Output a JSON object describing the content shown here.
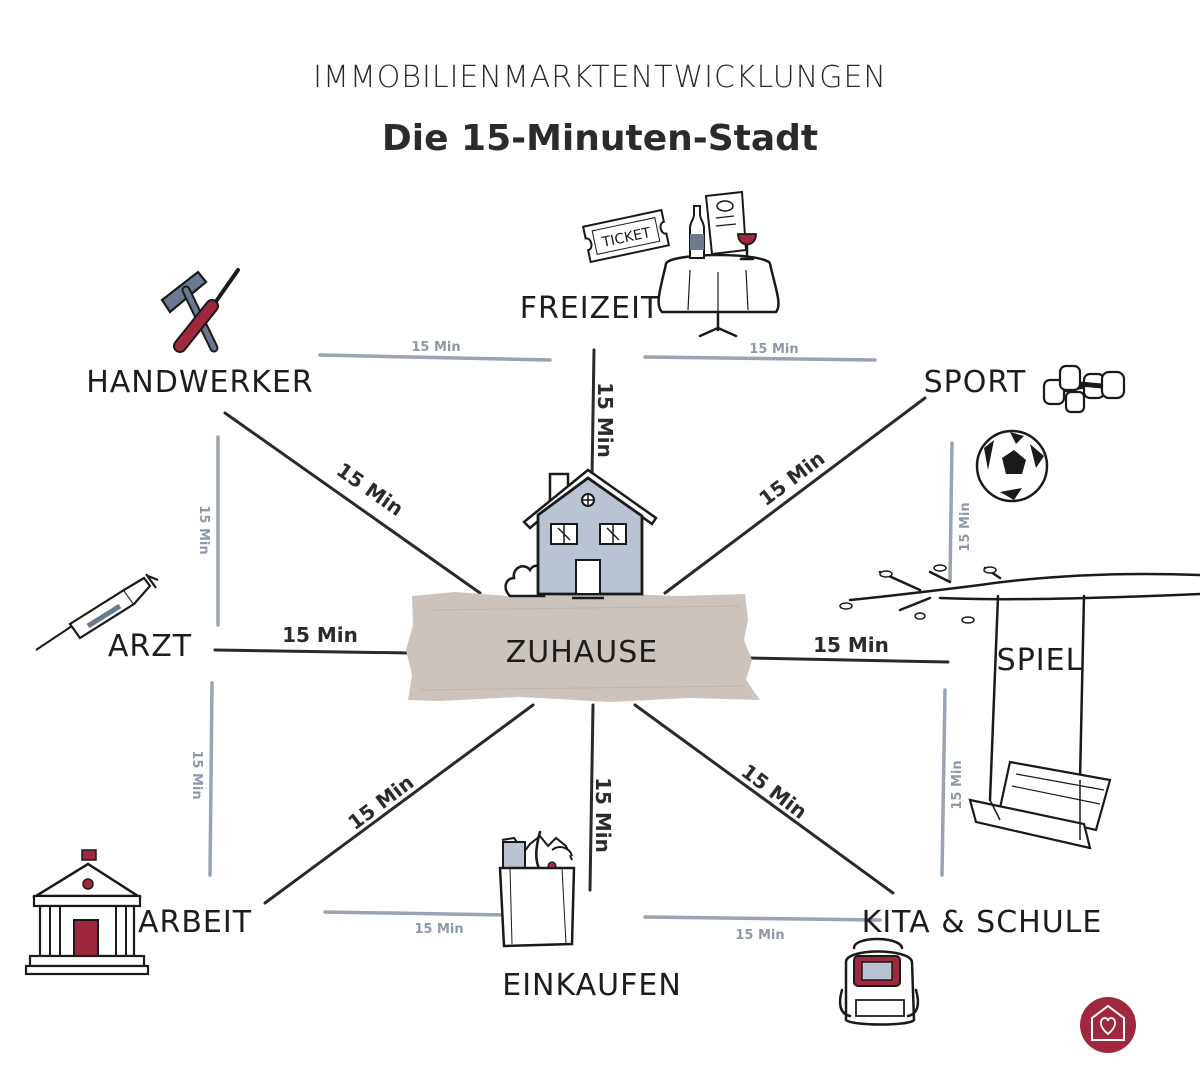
{
  "header": {
    "eyebrow": "IMMOBILIENMARKTENTWICKLUNGEN",
    "title": "Die 15-Minuten-Stadt"
  },
  "center": {
    "label": "ZUHAUSE"
  },
  "nodes": {
    "freizeit": "FREIZEIT",
    "handwerker": "HANDWERKER",
    "sport": "SPORT",
    "arzt": "ARZT",
    "spiel": "SPIEL",
    "arbeit": "ARBEIT",
    "einkaufen": "EINKAUFEN",
    "kita_schule": "KITA & SCHULE"
  },
  "spoke_labels": {
    "freizeit": "15 Min",
    "handwerker": "15 Min",
    "sport": "15 Min",
    "arzt": "15 Min",
    "spiel": "15 Min",
    "arbeit": "15 Min",
    "einkaufen": "15 Min",
    "kita_schule": "15 Min"
  },
  "rim_labels": {
    "handwerker_freizeit": "15 Min",
    "freizeit_sport": "15 Min",
    "handwerker_arzt": "15 Min",
    "sport_spiel": "15 Min",
    "arzt_arbeit": "15 Min",
    "spiel_kita": "15 Min",
    "arbeit_einkaufen": "15 Min",
    "einkaufen_kita": "15 Min"
  },
  "icons": {
    "ticket": {
      "text": "TICKET"
    },
    "brand_logo": "heart-house-logo"
  },
  "colors": {
    "spoke": "#2a2a2a",
    "rim": "#9aa3b2",
    "tape": "#ccc4bc",
    "house": "#b9c3d2",
    "accent": "#a0283e"
  }
}
